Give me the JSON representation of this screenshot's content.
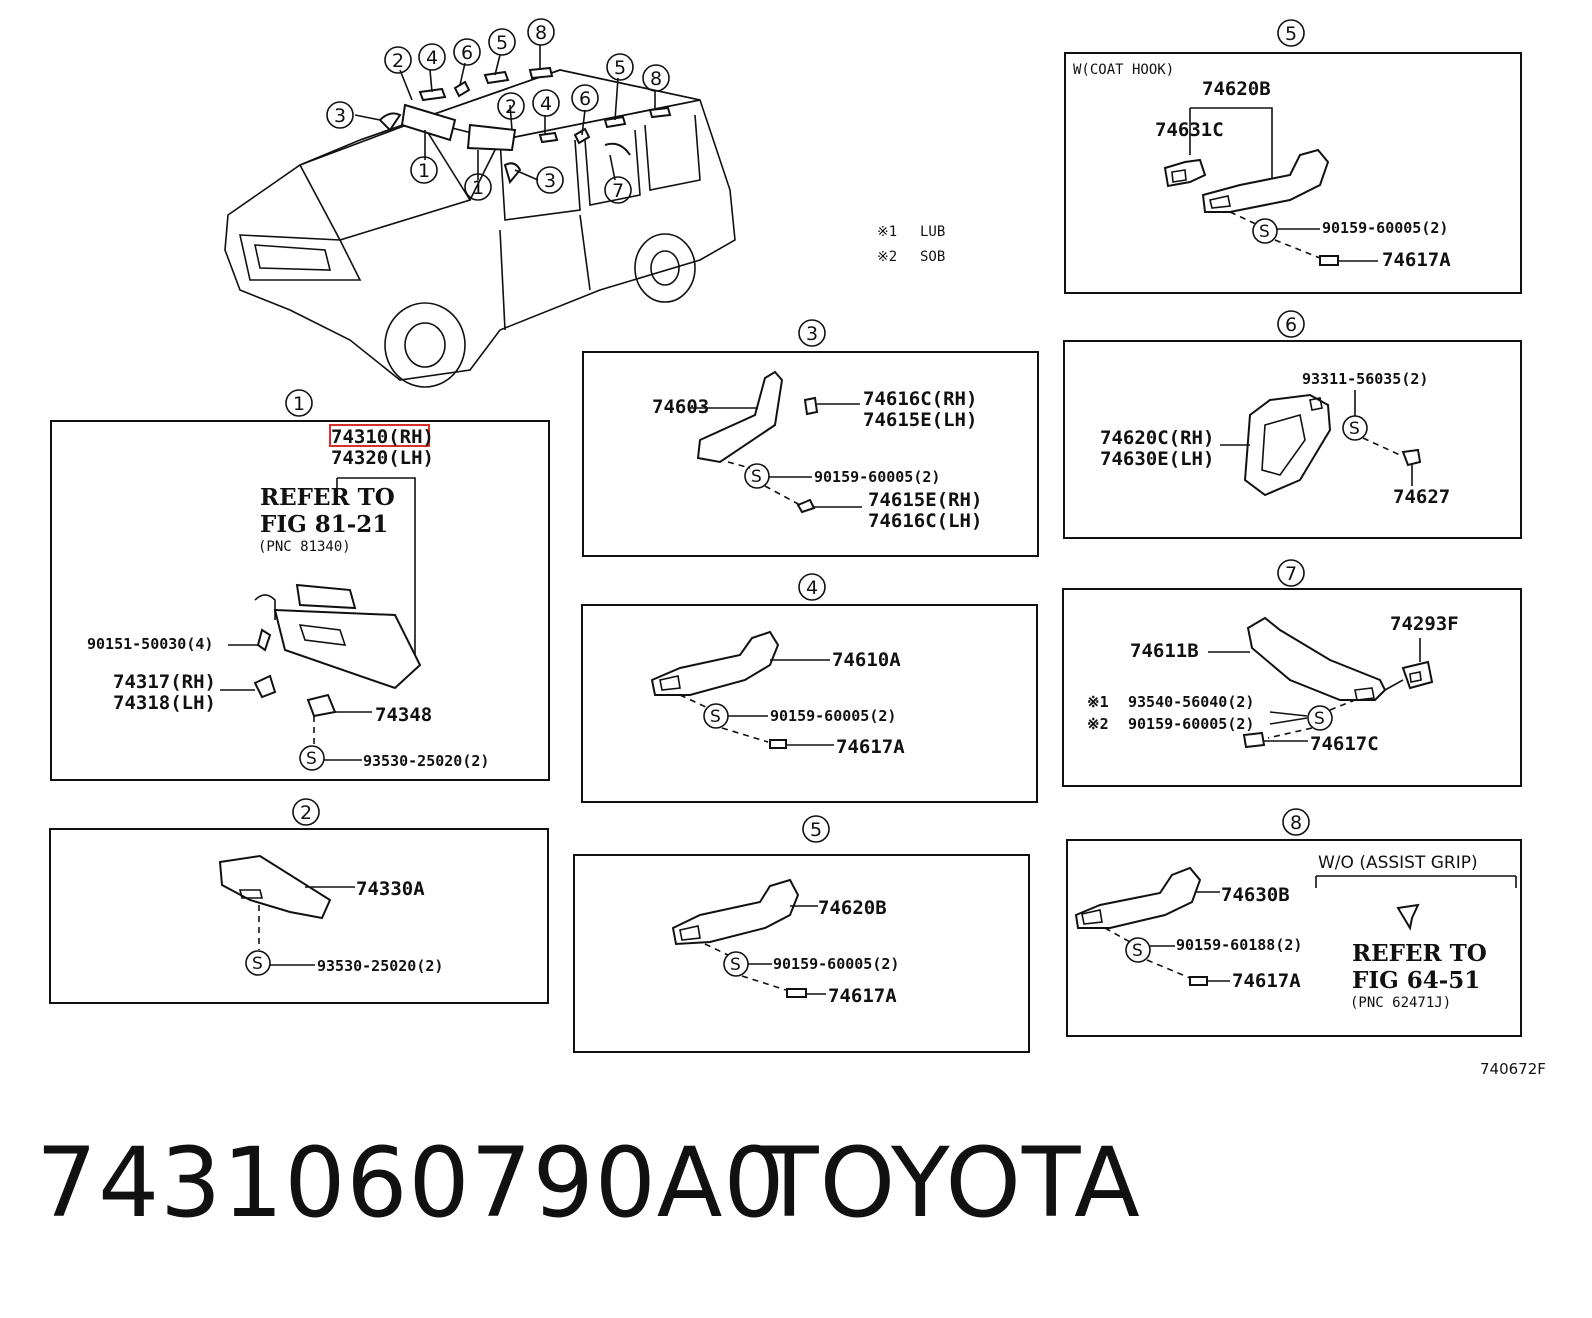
{
  "circle_marks": [
    "1",
    "2",
    "3",
    "4",
    "5",
    "6",
    "7",
    "8"
  ],
  "legend": {
    "lub_mark": "※1",
    "lub": "LUB",
    "sob_mark": "※2",
    "sob": "SOB"
  },
  "diagram_code": "740672F",
  "box1": {
    "mark": "1",
    "p_rh": "74310(RH)",
    "p_lh": "74320(LH)",
    "refer_1": "REFER TO",
    "refer_2": "FIG 81-21",
    "pnc": "(PNC 81340)",
    "p_screw": "90151-50030(4)",
    "p_clip_rh": "74317(RH)",
    "p_clip_lh": "74318(LH)",
    "p_holder": "74348",
    "p_s": "93530-25020(2)",
    "s": "S"
  },
  "box2": {
    "mark": "2",
    "p_visor": "74330A",
    "p_s": "93530-25020(2)",
    "s": "S"
  },
  "box3": {
    "mark": "3",
    "p_grip": "74603",
    "p_a1": "74616C(RH)",
    "p_a2": "74615E(LH)",
    "p_s": "90159-60005(2)",
    "p_b1": "74615E(RH)",
    "p_b2": "74616C(LH)",
    "s": "S"
  },
  "box4": {
    "mark": "4",
    "p_grip": "74610A",
    "p_s": "90159-60005(2)",
    "p_cap": "74617A",
    "s": "S"
  },
  "box5a": {
    "mark": "5",
    "p_grip": "74620B",
    "p_s": "90159-60005(2)",
    "p_cap": "74617A",
    "s": "S"
  },
  "box5b": {
    "mark": "5",
    "variant": "W(COAT HOOK)",
    "p_grip": "74620B",
    "p_hook": "74631C",
    "p_s": "90159-60005(2)",
    "p_cap": "74617A",
    "s": "S"
  },
  "box6": {
    "mark": "6",
    "p_s": "93311-56035(2)",
    "p_grip_rh": "74620C(RH)",
    "p_grip_lh": "74630E(LH)",
    "p_cap": "74627",
    "s": "S"
  },
  "box7": {
    "mark": "7",
    "p_grip": "74611B",
    "p_clip": "74293F",
    "m1": "※1",
    "p_s1": "93540-56040(2)",
    "m2": "※2",
    "p_s2": "90159-60005(2)",
    "p_cap": "74617C",
    "s": "S"
  },
  "box8": {
    "mark": "8",
    "variant": "W/O (ASSIST GRIP)",
    "p_grip": "74630B",
    "p_s": "90159-60188(2)",
    "p_cap": "74617A",
    "refer_1": "REFER TO",
    "refer_2": "FIG 64-51",
    "pnc": "(PNC 62471J)",
    "s": "S"
  },
  "footer": {
    "part_number": "7431060790A0",
    "brand": "TOYOTA"
  },
  "highlight_color": "#d9302b"
}
